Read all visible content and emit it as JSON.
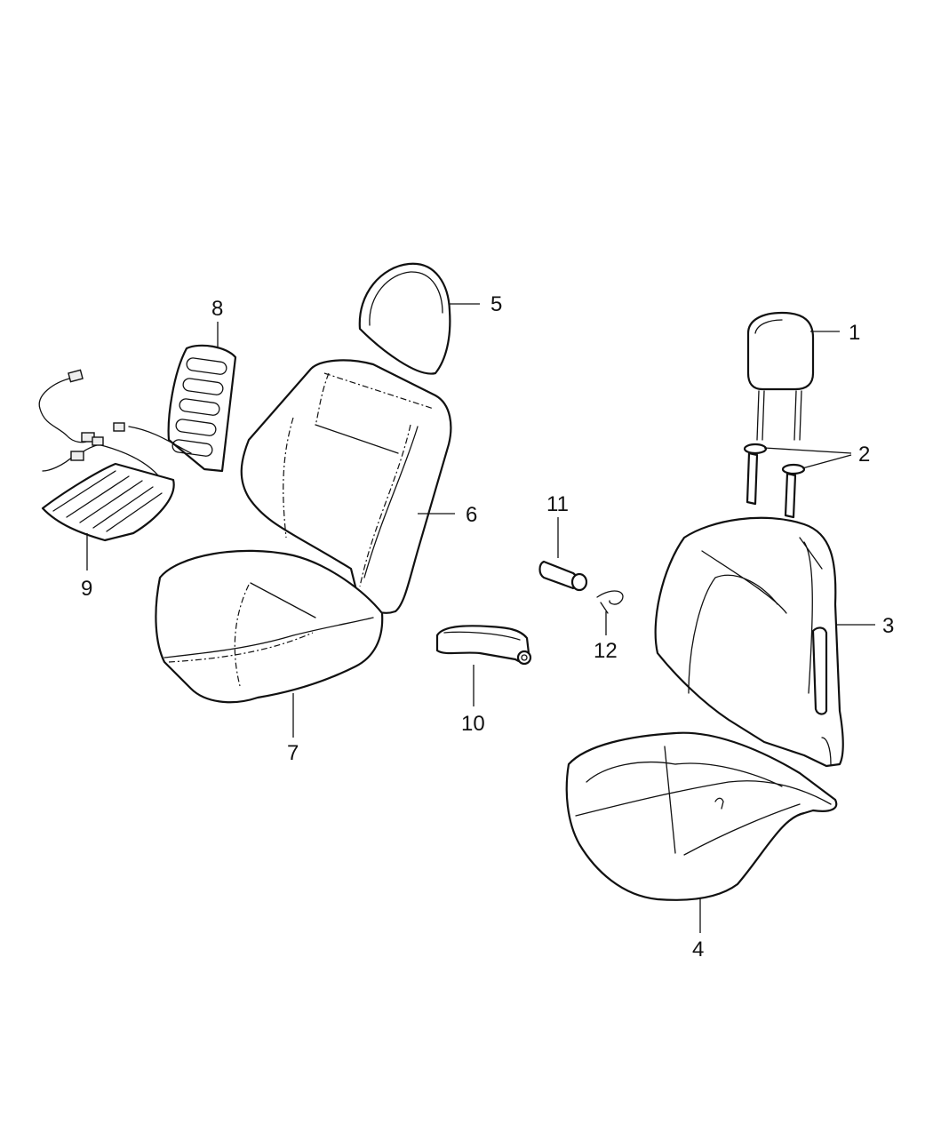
{
  "diagram": {
    "callouts": [
      {
        "id": "1",
        "label": "1"
      },
      {
        "id": "2",
        "label": "2"
      },
      {
        "id": "3",
        "label": "3"
      },
      {
        "id": "4",
        "label": "4"
      },
      {
        "id": "5",
        "label": "5"
      },
      {
        "id": "6",
        "label": "6"
      },
      {
        "id": "7",
        "label": "7"
      },
      {
        "id": "8",
        "label": "8"
      },
      {
        "id": "9",
        "label": "9"
      },
      {
        "id": "10",
        "label": "10"
      },
      {
        "id": "11",
        "label": "11"
      },
      {
        "id": "12",
        "label": "12"
      }
    ],
    "colors": {
      "line": "#111111",
      "background": "#ffffff"
    }
  }
}
